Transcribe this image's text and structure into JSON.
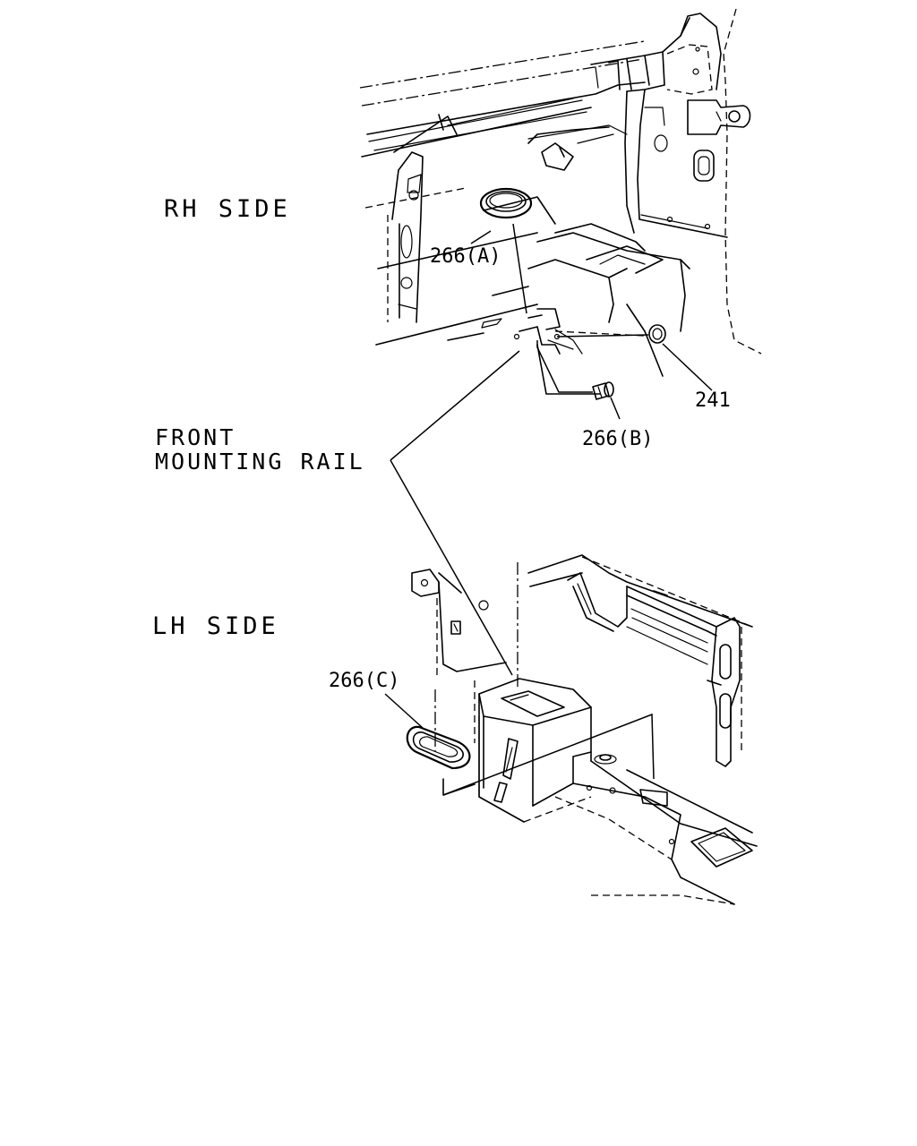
{
  "labels": {
    "rh_side": "RH SIDE",
    "lh_side": "LH SIDE",
    "front_mounting_rail": "FRONT\nMOUNTING RAIL"
  },
  "parts": {
    "part_266a": "266(A)",
    "part_241": "241",
    "part_266b": "266(B)",
    "part_266c": "266(C)"
  }
}
